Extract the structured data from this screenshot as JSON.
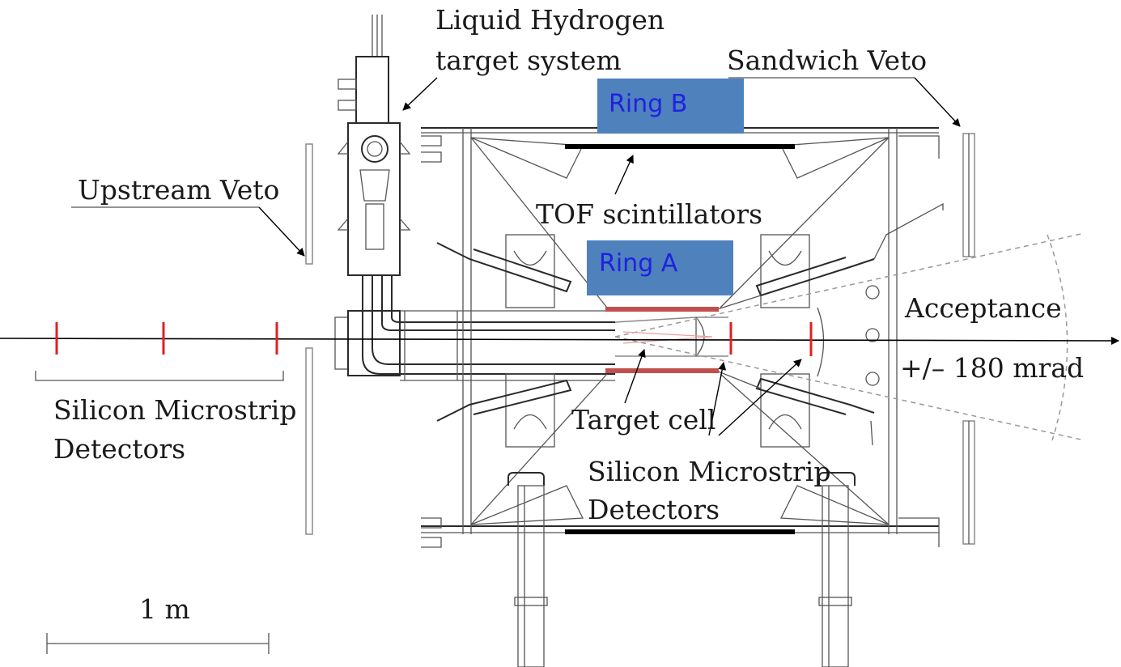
{
  "labels": {
    "lh2_line1": "Liquid Hydrogen",
    "lh2_line2": "target system",
    "sandwich_veto": "Sandwich Veto",
    "upstream_veto": "Upstream Veto",
    "tof": "TOF scintillators",
    "ring_b": "Ring B",
    "ring_a": "Ring A",
    "acceptance": "Acceptance",
    "acceptance_value": "+/– 180 mrad",
    "si_left_line1": "Silicon Microstrip",
    "si_left_line2": "Detectors",
    "target_cell": "Target cell",
    "si_center_line1": "Silicon Microstrip",
    "si_center_line2": "Detectors",
    "scale": "1 m"
  },
  "colors": {
    "ring_box": "#4f81bd",
    "ring_text": "#1e22e0",
    "red_marker": "#e02020",
    "scintillator_red": "#c0504d",
    "scintillator_black": "#000000"
  }
}
